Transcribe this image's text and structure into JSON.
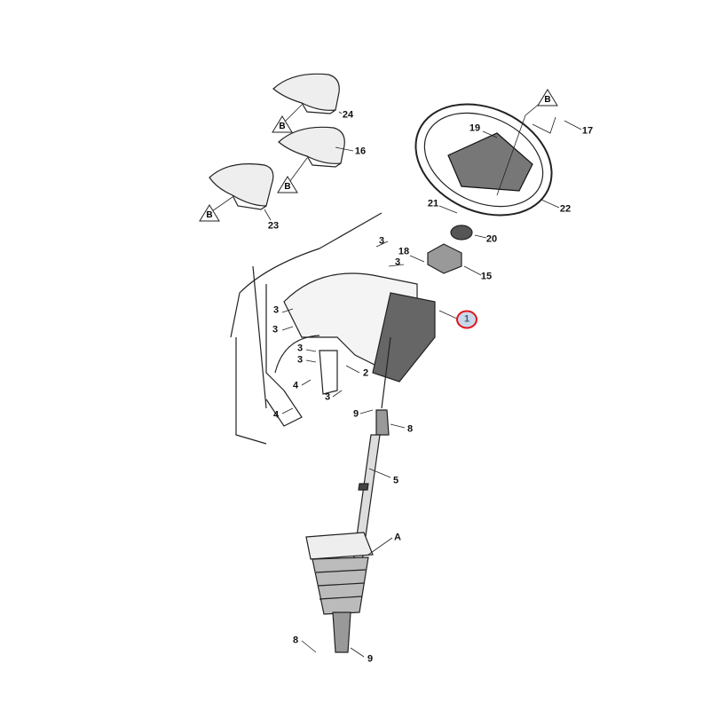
{
  "diagram": {
    "callouts": [
      {
        "id": "c24",
        "text": "24"
      },
      {
        "id": "c16",
        "text": "16"
      },
      {
        "id": "c23",
        "text": "23"
      },
      {
        "id": "c17",
        "text": "17"
      },
      {
        "id": "c19",
        "text": "19"
      },
      {
        "id": "c22",
        "text": "22"
      },
      {
        "id": "c21",
        "text": "21"
      },
      {
        "id": "c20",
        "text": "20"
      },
      {
        "id": "c18",
        "text": "18"
      },
      {
        "id": "c15",
        "text": "15"
      },
      {
        "id": "c3a",
        "text": "3"
      },
      {
        "id": "c3b",
        "text": "3"
      },
      {
        "id": "c3c",
        "text": "3"
      },
      {
        "id": "c3d",
        "text": "3"
      },
      {
        "id": "c3e",
        "text": "3"
      },
      {
        "id": "c3f",
        "text": "3"
      },
      {
        "id": "c3g",
        "text": "3"
      },
      {
        "id": "c2",
        "text": "2"
      },
      {
        "id": "c4a",
        "text": "4"
      },
      {
        "id": "c4b",
        "text": "4"
      },
      {
        "id": "c9a",
        "text": "9"
      },
      {
        "id": "c8a",
        "text": "8"
      },
      {
        "id": "c5",
        "text": "5"
      },
      {
        "id": "cA",
        "text": "A"
      },
      {
        "id": "c8b",
        "text": "8"
      },
      {
        "id": "c9b",
        "text": "9"
      }
    ],
    "reference_marks": [
      "B",
      "B",
      "B",
      "B"
    ],
    "highlighted_callout": {
      "text": "1",
      "highlight_color": "#e0141c"
    }
  }
}
